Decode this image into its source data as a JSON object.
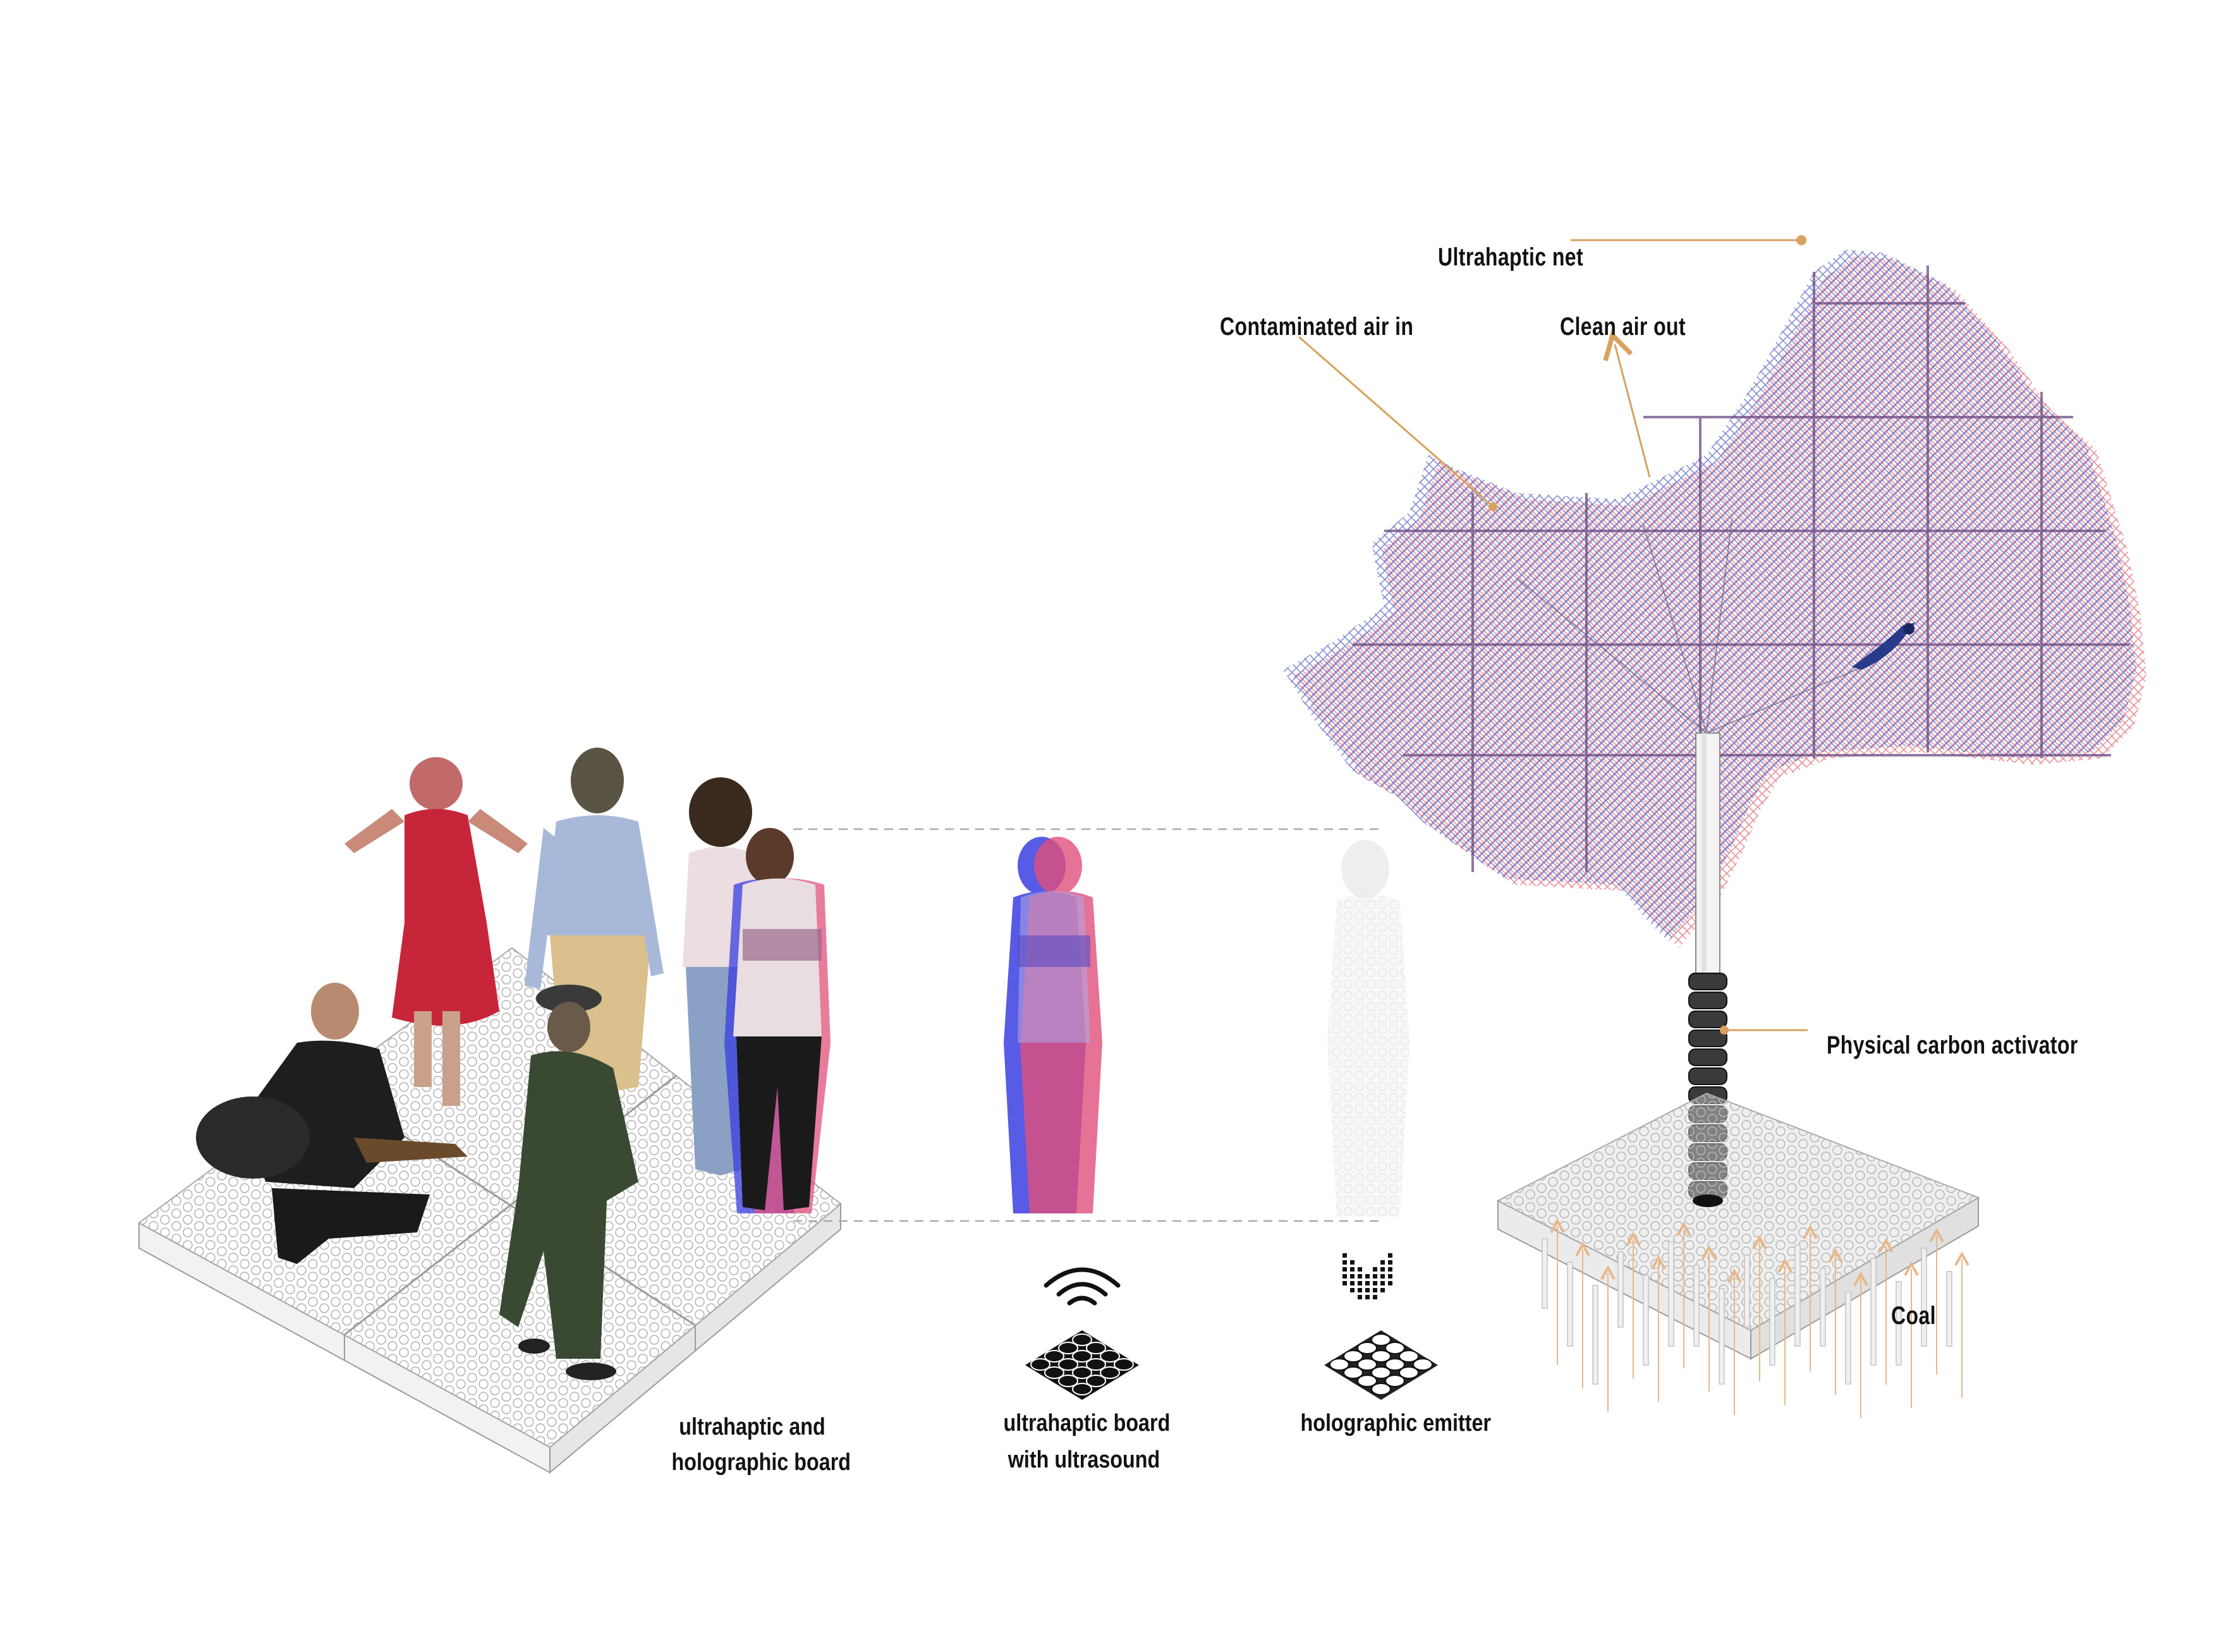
{
  "labels": {
    "ultrahaptic_net": "Ultrahaptic net",
    "contaminated_air_in": "Contaminated air in",
    "clean_air_out": "Clean air out",
    "physical_carbon_activator": "Physical carbon activator",
    "coal": "Coal",
    "board_combined_line1": "ultrahaptic and",
    "board_combined_line2": "holographic board",
    "ultrasound_board_line1": "ultrahaptic board",
    "ultrasound_board_line2": "with ultrasound",
    "holographic_emitter": "holographic emitter"
  },
  "icons": {
    "ultrasound": "ultrasound-wave-icon",
    "hologram": "hologram-emitter-icon",
    "tile_black": "black-tile-icon",
    "tile_white": "white-tile-icon",
    "bird": "swallow-bird-icon"
  },
  "colors": {
    "leader_line": "#d8a25e",
    "net_red": "#e0606a",
    "net_blue": "#5a66c8",
    "net_grid": "#6b4a82",
    "hologram_blue": "#3a3ee0",
    "hologram_pink": "#e0507a",
    "coal_arrow": "#e8b88a"
  }
}
